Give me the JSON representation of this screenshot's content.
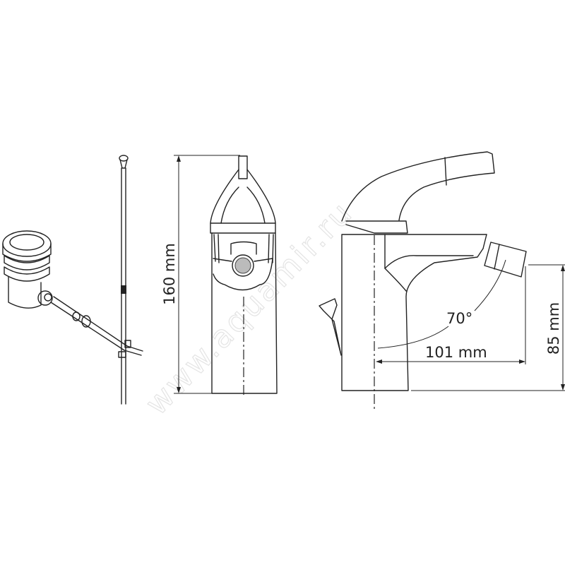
{
  "watermark": "www.aquamir.ru",
  "dimensions": {
    "height": "160 mm",
    "spout_height": "85 mm",
    "reach": "101 mm",
    "angle": "70°"
  }
}
